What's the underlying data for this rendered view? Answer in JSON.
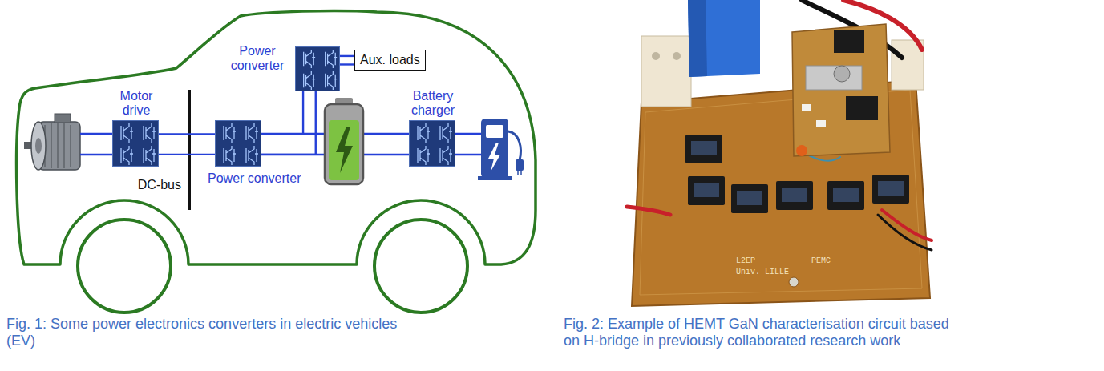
{
  "diagram": {
    "nodes": [
      {
        "text": [
          "Motor drive"
        ]
      },
      {
        "text": [
          "Power converter"
        ]
      },
      {
        "text": [
          "Aux. loads"
        ]
      },
      {
        "text": [
          "Battery charger"
        ]
      },
      {
        "text": [
          "Power converter"
        ]
      }
    ],
    "edges": [
      {
        "from": 0,
        "to": 4,
        "arrow": "none"
      },
      {
        "from": 4,
        "to": 1,
        "arrow": "none"
      },
      {
        "from": 1,
        "to": 2,
        "arrow": "none"
      }
    ],
    "labels": [
      "DC-bus",
      "Fig. 1: Some power electronics converters in electric vehicles (EV)",
      "Fig. 2: Example of HEMT GaN characterisation circuit based on H-bridge in previously collaborated research work",
      "L2EP",
      "Univ. LILLE",
      "PEMC"
    ]
  }
}
